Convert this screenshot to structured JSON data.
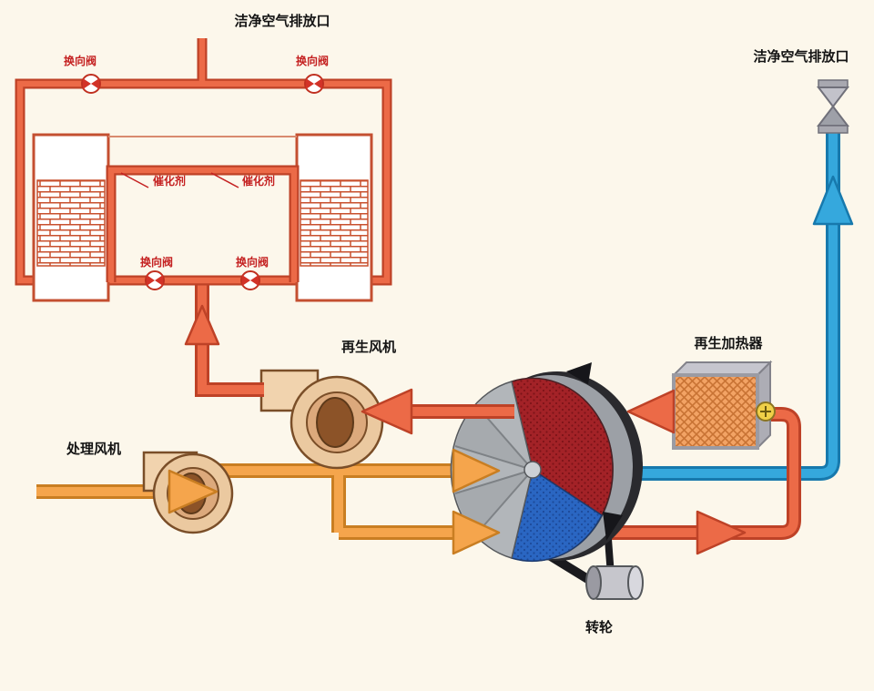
{
  "diagram": {
    "background_color": "#FCF7EB",
    "labels": {
      "clean_air_outlet_top": "洁净空气排放口",
      "clean_air_outlet_right": "洁净空气排放口",
      "reversing_valves": [
        "换向阀",
        "换向阀",
        "换向阀",
        "换向阀"
      ],
      "catalyst": [
        "催化剂",
        "催化剂"
      ],
      "regen_fan": "再生风机",
      "process_fan": "处理风机",
      "regen_heater": "再生加热器",
      "rotor": "转轮"
    },
    "colors": {
      "hot_air_pipe": "#EC6A47",
      "hot_air_outline": "#BE4227",
      "process_air_pipe": "#F5A54C",
      "process_air_outline": "#C97E22",
      "clean_air_pipe": "#35A8DD",
      "clean_air_outline": "#1779AD",
      "red_label": "#C42020",
      "rotor_sector_red": "#A32227",
      "rotor_sector_blue": "#2A66C2",
      "fan_body": "#EBC9A0",
      "heater_face": "#F2A364"
    }
  }
}
